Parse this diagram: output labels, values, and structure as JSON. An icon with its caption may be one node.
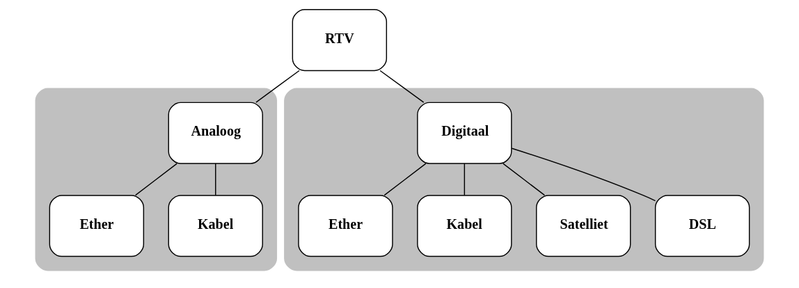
{
  "diagram": {
    "nodes": [
      {
        "text": [
          "RTV"
        ]
      },
      {
        "text": [],
        "shape": "box"
      },
      {
        "text": [
          "Analoog"
        ],
        "in": 1
      },
      {
        "text": [
          "Ether"
        ],
        "in": 1
      },
      {
        "text": [
          "Kabel"
        ],
        "in": 1
      },
      {
        "text": [],
        "shape": "box"
      },
      {
        "text": [
          "Digitaal"
        ],
        "in": 5
      },
      {
        "text": [
          "Ether"
        ],
        "in": 5
      },
      {
        "text": [
          "Kabel"
        ],
        "in": 5
      },
      {
        "text": [
          "Satelliet"
        ],
        "in": 5
      },
      {
        "text": [
          "DSL"
        ],
        "in": 5
      }
    ],
    "edges": [
      {
        "from": 0,
        "to": 2,
        "arrow": "none"
      },
      {
        "from": 0,
        "to": 6,
        "arrow": "none"
      },
      {
        "from": 2,
        "to": 3,
        "arrow": "none"
      },
      {
        "from": 2,
        "to": 4,
        "arrow": "none"
      },
      {
        "from": 6,
        "to": 7,
        "arrow": "none"
      },
      {
        "from": 6,
        "to": 8,
        "arrow": "none"
      },
      {
        "from": 6,
        "to": 9,
        "arrow": "none"
      },
      {
        "from": 6,
        "to": 10,
        "arrow": "none"
      }
    ]
  }
}
